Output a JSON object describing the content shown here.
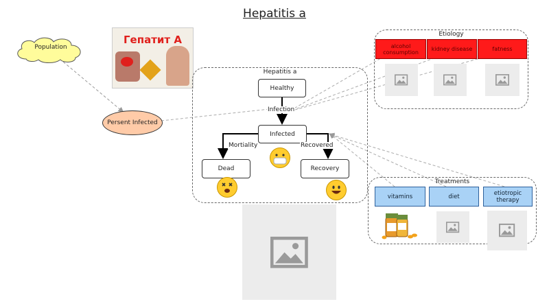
{
  "title": "Hepatitis a",
  "population": "Population",
  "persent_infected": "Persent Infected",
  "model_group_label": "Hepatitis a",
  "states": {
    "healthy": "Healthy",
    "infected": "Infected",
    "dead": "Dead",
    "recovery": "Recovery"
  },
  "flows": {
    "infection": "Infection",
    "mortiality": "Mortiality",
    "recovered": "Recovered"
  },
  "etiology": {
    "label": "Etiology",
    "items": [
      "alcohol consumption",
      "kidney disease",
      "fatness"
    ]
  },
  "treatments": {
    "label": "Treatments",
    "items": [
      "vitamins",
      "diet",
      "etiotropic therapy"
    ]
  },
  "poster": {
    "title_text": "Гепатит А"
  },
  "colors": {
    "cloud": "#fffc9b",
    "infected_ellipse": "#ffcba8",
    "etiology_fill": "#ff1a1a",
    "treatment_fill": "#a9d2f6",
    "placeholder": "#ececec"
  }
}
